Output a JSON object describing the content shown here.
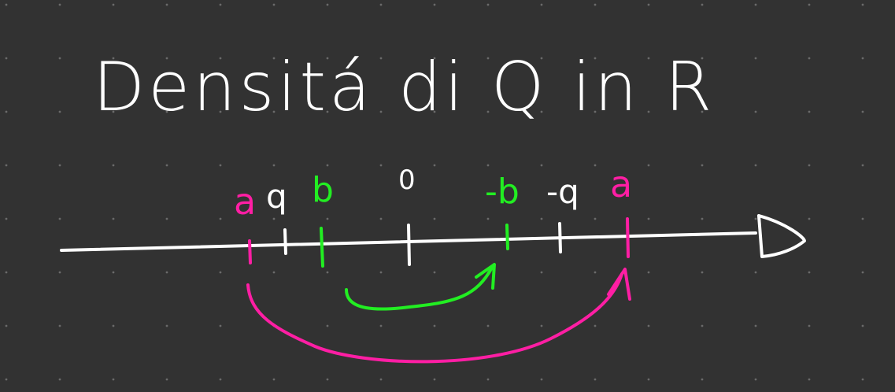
{
  "title": "Densitá di Q in R",
  "labels": {
    "a_left": "a",
    "q_left": "q",
    "b_left": "b",
    "zero": "0",
    "b_right": "-b",
    "q_right": "-q",
    "a_right": "a"
  },
  "colors": {
    "background": "#323232",
    "grid_dot": "#6a6a6a",
    "ink_white": "#ffffff",
    "ink_magenta": "#ff1ea4",
    "ink_green": "#22ee22"
  }
}
